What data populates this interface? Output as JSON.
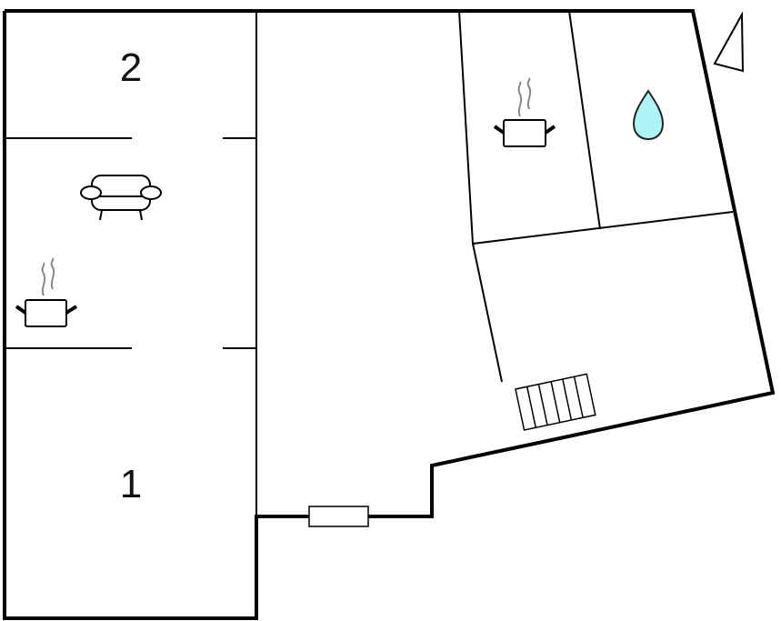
{
  "title": "Floor plan",
  "rooms": [
    {
      "label": "2"
    },
    {
      "label": "1"
    }
  ],
  "icons": [
    "compass-icon",
    "kitchen-pot-icon",
    "water-drop-icon",
    "sofa-icon",
    "stairs-icon",
    "window-icon"
  ],
  "colors": {
    "walls": "#000000",
    "water": "#aef4f7"
  }
}
